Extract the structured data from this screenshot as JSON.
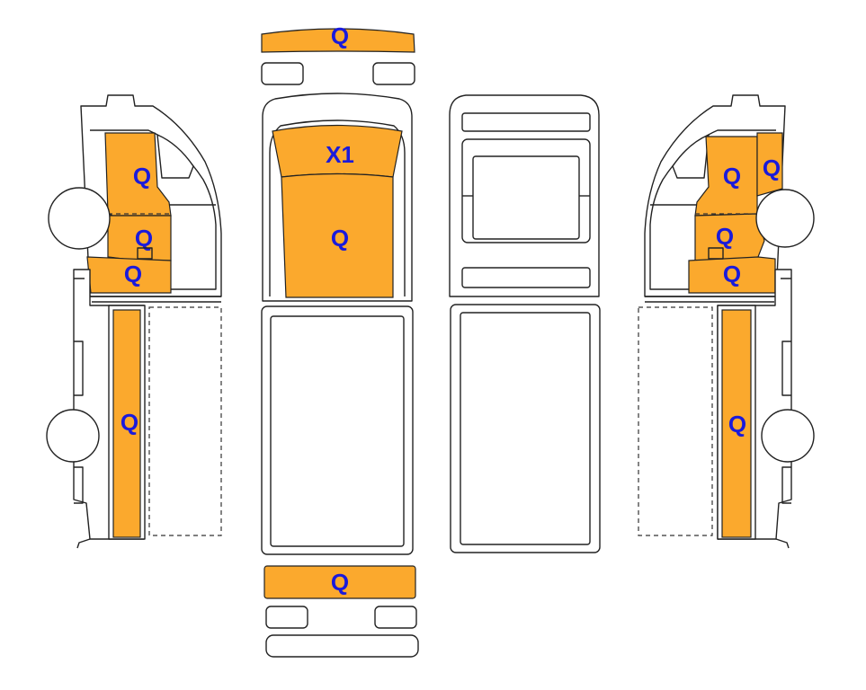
{
  "colors": {
    "damage_fill": "#FBA92D",
    "label_color": "#1A1ADB",
    "outline": "#222222",
    "background": "#FFFFFF"
  },
  "labels": {
    "front_bumper": "Q",
    "hood": "X1",
    "roof_front": "Q",
    "rear_bumper": "Q",
    "left_door": "Q",
    "left_fender": "Q",
    "left_front_lower": "Q",
    "left_sill": "Q",
    "right_door": "Q",
    "right_a_pillar": "Q",
    "right_fender": "Q",
    "right_front_lower": "Q",
    "right_sill": "Q"
  }
}
